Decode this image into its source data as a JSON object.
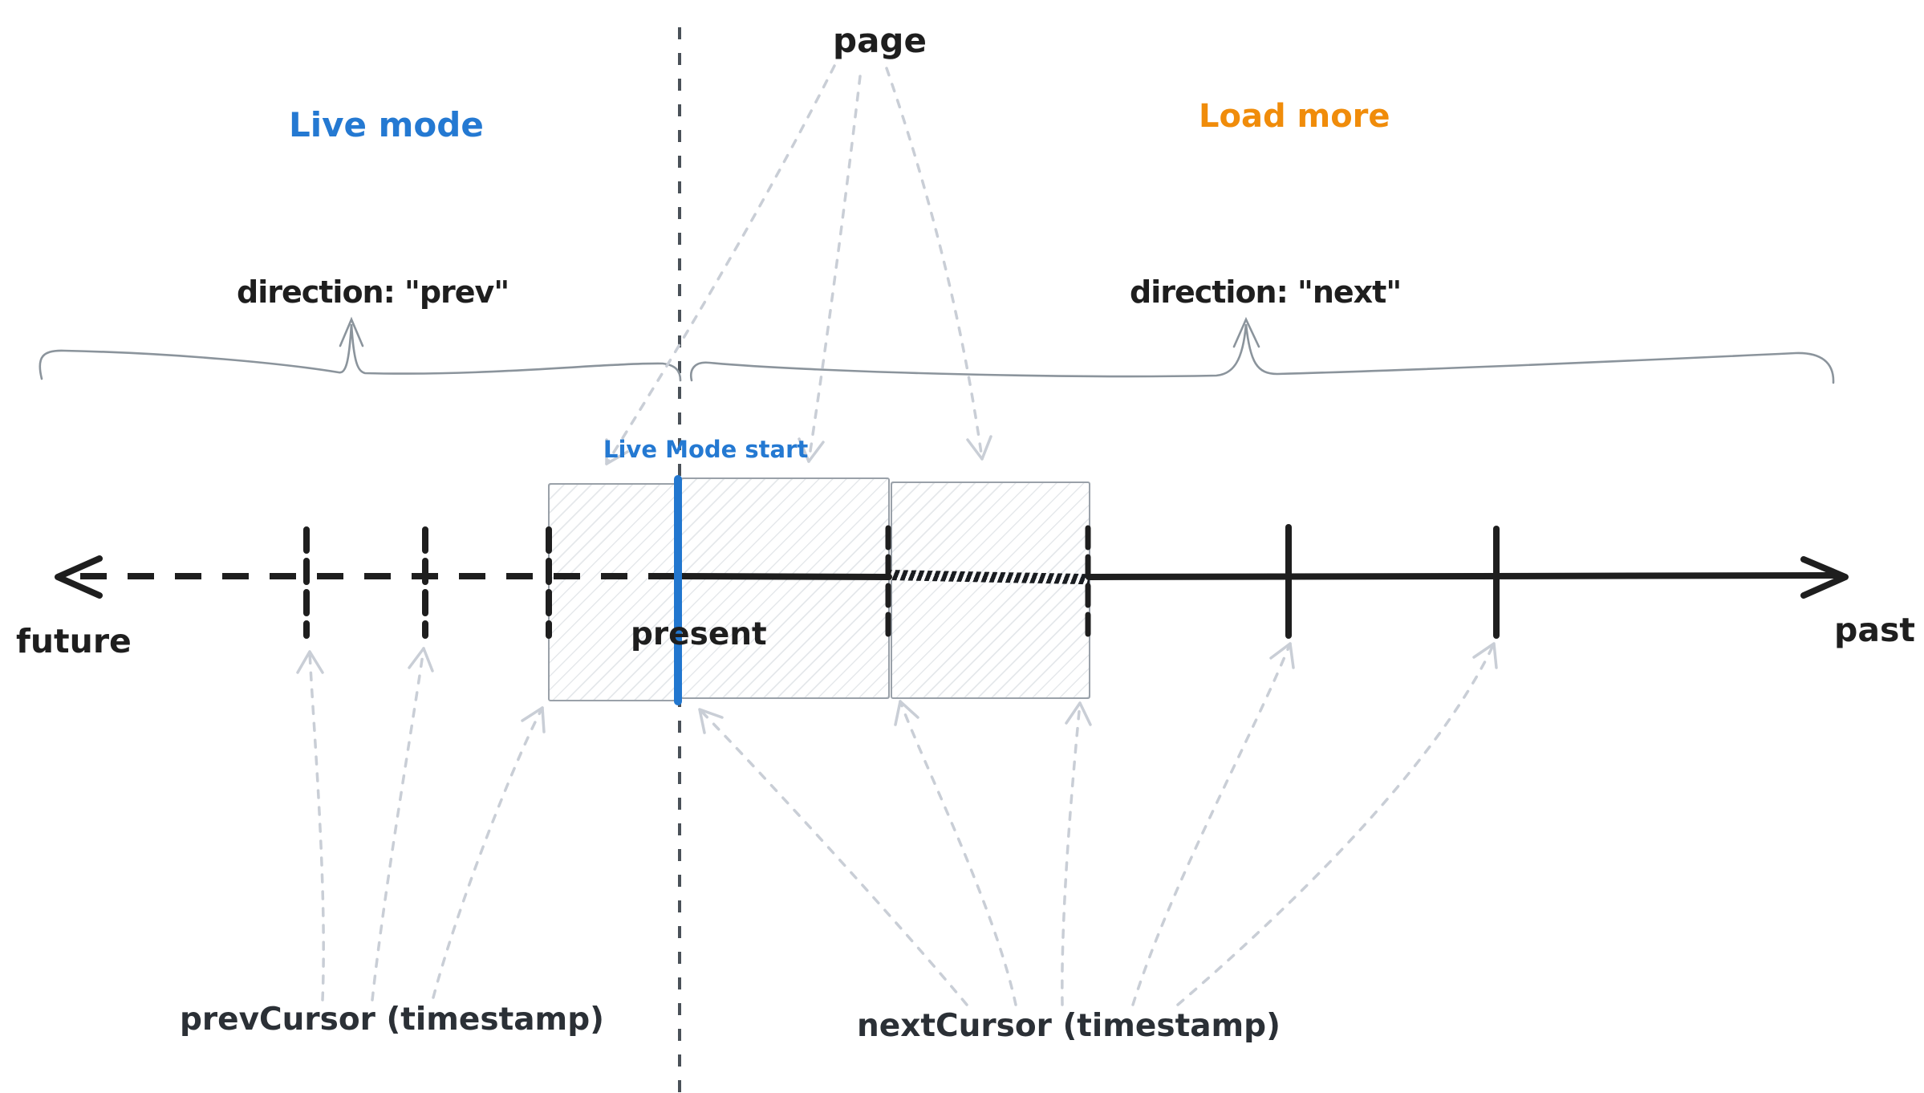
{
  "diagram": {
    "title_hint": "timeline pagination diagram",
    "labels": {
      "live_mode": "Live mode",
      "load_more": "Load more",
      "page": "page",
      "direction_prev": "direction: \"prev\"",
      "direction_next": "direction: \"next\"",
      "live_mode_start": "Live Mode start",
      "present": "present",
      "future": "future",
      "past": "past",
      "prev_cursor": "prevCursor (timestamp)",
      "next_cursor": "nextCursor (timestamp)"
    },
    "colors": {
      "ink": "#1e1e1e",
      "live_mode_blue": "#2479d2",
      "load_more_orange": "#f08c0a",
      "brace_gray": "#8b949c",
      "connector_gray": "#c9ced6",
      "center_guide_gray": "#4a5158",
      "box_border_gray": "#9aa1a9"
    }
  }
}
